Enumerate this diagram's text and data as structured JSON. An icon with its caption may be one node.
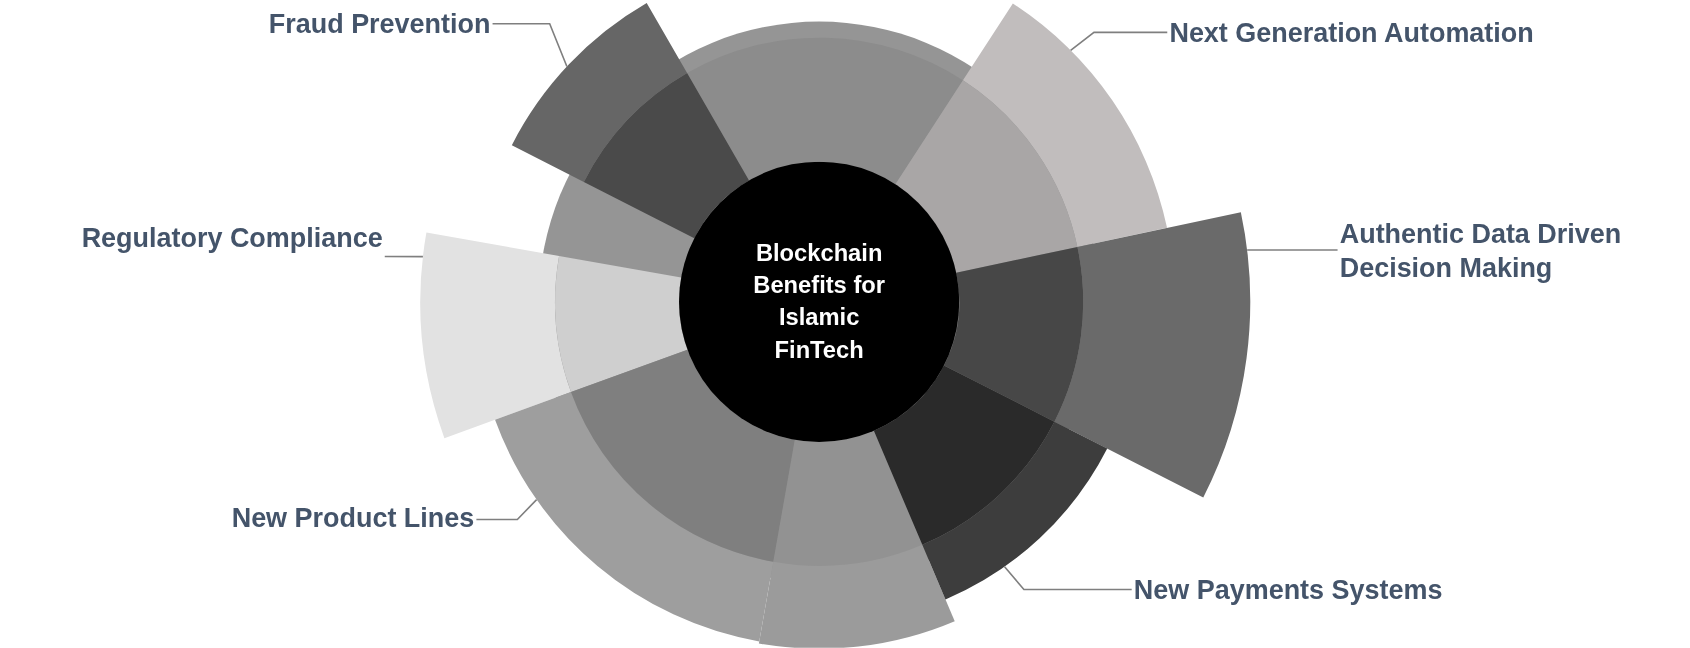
{
  "diagram": {
    "nodes": [
      {
        "text": [
          "Blockchain Benefits for Islamic FinTech"
        ]
      },
      {
        "text": [
          "Fraud Prevention"
        ]
      },
      {
        "text": [
          "Next Generation Automation"
        ]
      },
      {
        "text": [
          "Regulatory Compliance"
        ]
      },
      {
        "text": [
          "Authentic Data Driven Decision Making"
        ]
      },
      {
        "text": [
          "New Product Lines"
        ]
      },
      {
        "text": [
          "New Payments Systems"
        ]
      },
      {
        "text": [],
        "shape": "wedge"
      },
      {
        "text": [],
        "shape": "wedge"
      },
      {
        "text": [],
        "shape": "wedge"
      },
      {
        "text": [],
        "shape": "wedge"
      },
      {
        "text": [],
        "shape": "wedge"
      },
      {
        "text": [],
        "shape": "wedge"
      }
    ],
    "edges": [
      {
        "from": 1,
        "to": 7,
        "arrow": "none"
      },
      {
        "from": 2,
        "to": 8,
        "arrow": "none"
      },
      {
        "from": 3,
        "to": 9,
        "arrow": "none"
      },
      {
        "from": 4,
        "to": 10,
        "arrow": "none"
      },
      {
        "from": 5,
        "to": 11,
        "arrow": "none"
      },
      {
        "from": 6,
        "to": 12,
        "arrow": "none"
      }
    ]
  }
}
